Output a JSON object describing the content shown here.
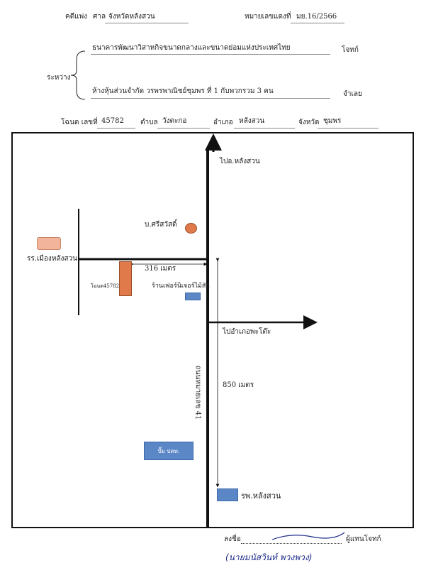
{
  "header": {
    "case_type": "คดีแพ่ง",
    "court_label": "ศาล",
    "court_name": "จังหวัดหลังสวน",
    "black_no_label": "หมายเลขแดงที่",
    "black_no_value": "มย.16/2566"
  },
  "parties": {
    "between_label": "ระหว่าง",
    "plaintiff_name": "ธนาคารพัฒนาวิสาหกิจขนาดกลางและขนาดย่อมแห่งประเทศไทย",
    "plaintiff_role": "โจทก์",
    "defendant_name": "ห้างหุ้นส่วนจำกัด วรพรพาณิชย์ชุมพร ที่ 1 กับพวกรวม 3 คน",
    "defendant_role": "จำเลย"
  },
  "deed": {
    "deed_no_label": "โฉนด เลขที่",
    "deed_no_value": "45782",
    "subdistrict_label": "ตำบล",
    "subdistrict_value": "วังตะกอ",
    "district_label": "อำเภอ",
    "district_value": "หลังสวน",
    "province_label": "จังหวัด",
    "province_value": "ชุมพร"
  },
  "map": {
    "to_langsuan": "ไปอ.หลังสวน",
    "temple": "บ.ศรีสวัสดิ์",
    "school": "รร.เมืองหลังสวน",
    "distance_1": "316 เมตร",
    "deed_plot": "โฉนด45782",
    "furniture_shop": "ร้านเฟอร์นิเจอร์ไม้สัก",
    "to_phato": "ไปอำเภอพะโต๊ะ",
    "highway": "ถนนหมายเลข 41",
    "distance_2": "850 เมตร",
    "gas_station": "ปั๊ม ปตท.",
    "hospital": "รพ.หลังสวน",
    "colors": {
      "road": "#111111",
      "plot": "#e07a4a",
      "temple": "#e07a4a",
      "school": "#f2b49a",
      "building": "#5b87c7"
    }
  },
  "signature": {
    "sign_label": "ลงชื่อ",
    "role": "ผู้แทนโจทก์",
    "handwritten_name": "(นายมนัสวินท์ พวงพวง)"
  }
}
